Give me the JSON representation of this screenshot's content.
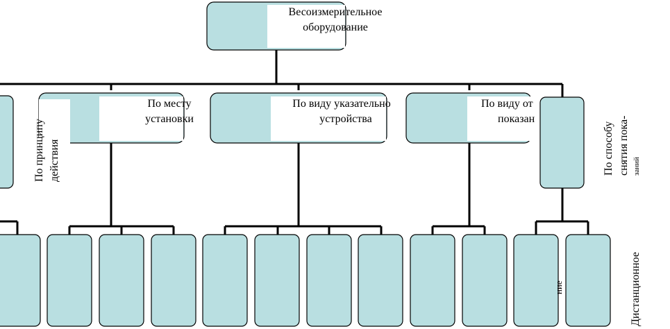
{
  "colors": {
    "box_fill": "#b9dfe1",
    "stroke": "#000000",
    "text_mask": "#ffffff"
  },
  "root": {
    "line1": "Весоизмерительное",
    "line2": "оборудование"
  },
  "categories": {
    "principle": {
      "line1": "По принципу",
      "line2": "действия"
    },
    "placement": {
      "line1": "По месту",
      "line2": "установки"
    },
    "indicator": {
      "line1": "По виду указательно",
      "line2": "устройства"
    },
    "display": {
      "line1": "По виду от",
      "line2": "показан"
    },
    "reading": {
      "line1": "По способу",
      "line2": "снятия пока-",
      "line3": "заний"
    }
  },
  "leaves": {
    "remote": "Дистанционное",
    "partial": "ние"
  }
}
